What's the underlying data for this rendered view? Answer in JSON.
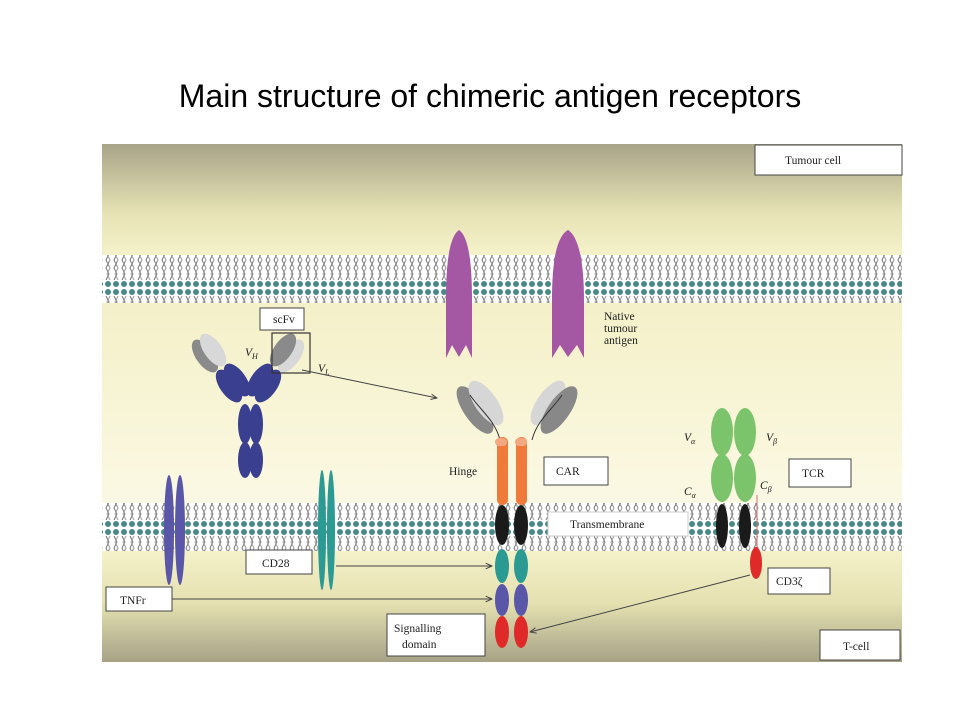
{
  "slide": {
    "title": "Main structure of chimeric antigen receptors"
  },
  "labels": {
    "tumour_cell": "Tumour cell",
    "t_cell": "T-cell",
    "scfv": "scFv",
    "vh": "V",
    "vh_sub": "H",
    "vl": "V",
    "vl_sub": "L",
    "native_antigen": [
      "Native",
      "tumour",
      "antigen"
    ],
    "hinge": "Hinge",
    "car": "CAR",
    "transmembrane": "Transmembrane",
    "tcr": "TCR",
    "v_alpha": "V",
    "v_alpha_sub": "α",
    "v_beta": "V",
    "v_beta_sub": "β",
    "c_alpha": "C",
    "c_alpha_sub": "α",
    "c_beta": "C",
    "c_beta_sub": "β",
    "cd28": "CD28",
    "tnfr": "TNFr",
    "cd3z": "CD3ζ",
    "signalling": [
      "Signalling",
      "domain"
    ]
  },
  "colors": {
    "tumour_top": "#a8a48a",
    "tumour_bottom": "#f4f1c6",
    "membrane": "#4a8a86",
    "antibody": "#3a3f8f",
    "antigen": "#a457a3",
    "hinge": "#ef7a3a",
    "tm": "#1a1a1a",
    "cd28": "#2a9a92",
    "tnfr": "#5a56a8",
    "cd3z": "#e02a2a",
    "tcr": "#7cc46c"
  }
}
